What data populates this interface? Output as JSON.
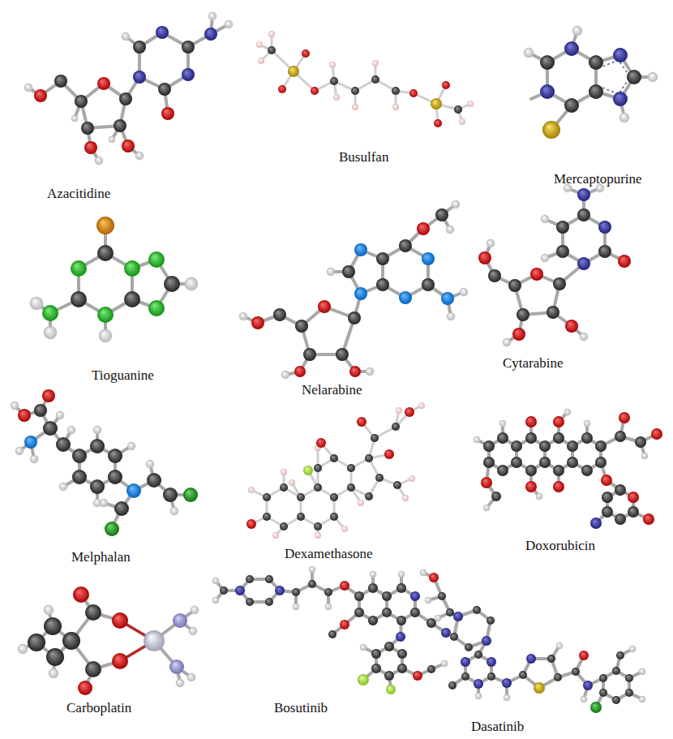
{
  "diagram": {
    "labels": [
      "Azacitidine",
      "Busulfan",
      "Mercaptopurine",
      "Tioguanine",
      "Nelarabine",
      "Cytarabine",
      "Melphalan",
      "Dexamethasone",
      "Doxorubicin",
      "Carboplatin",
      "Bosutinib",
      "Dasatinib"
    ]
  }
}
